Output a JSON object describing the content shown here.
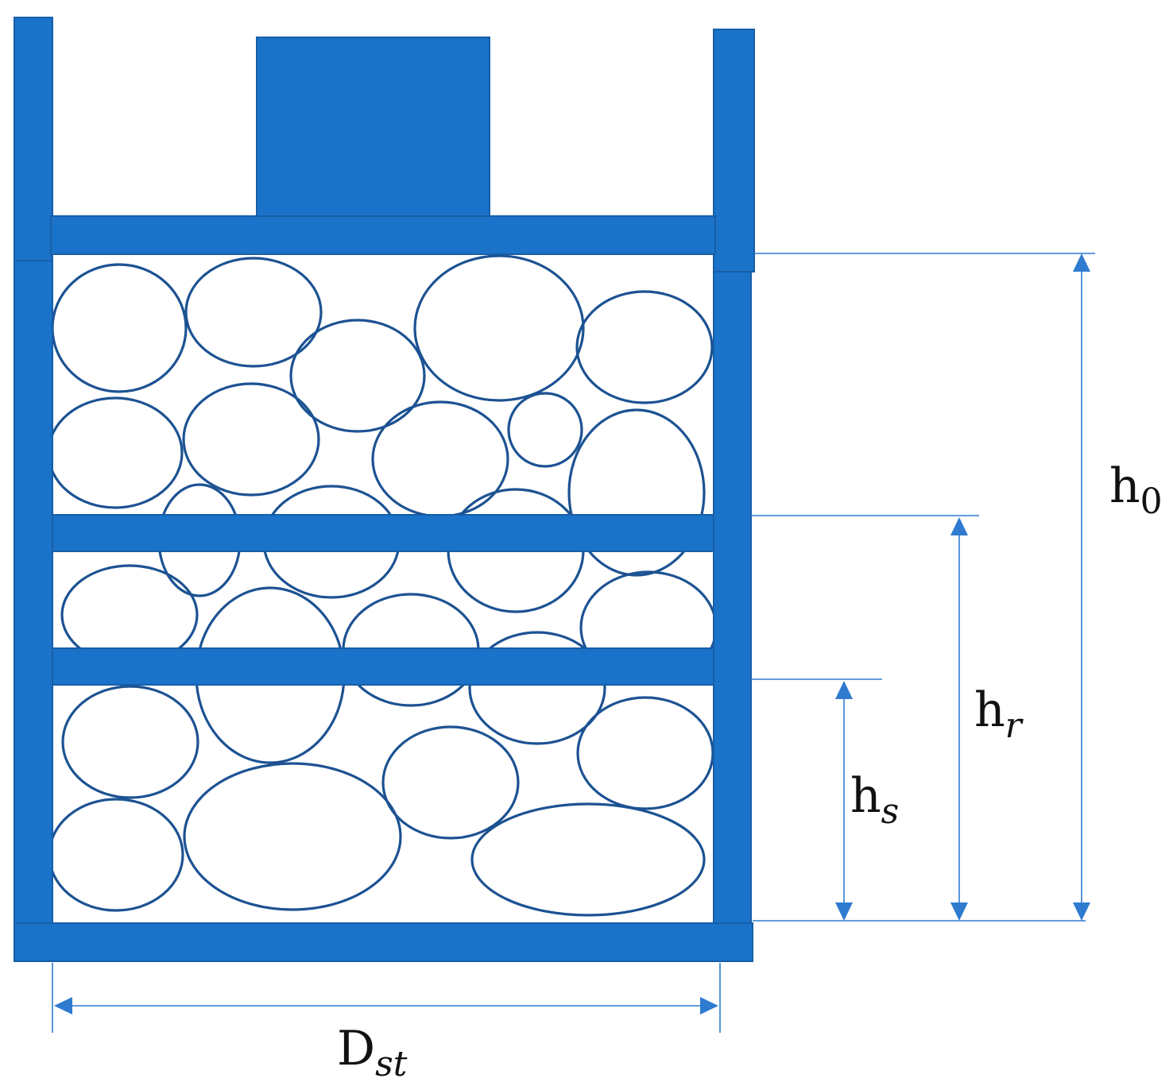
{
  "colors": {
    "frame": "#1a73c8",
    "frame_stroke": "#175ea8",
    "particle": "#1c5292",
    "dimension": "#2f7bd0",
    "text": "#111111",
    "background": "#ffffff"
  },
  "labels": {
    "h0": {
      "base": "h",
      "sub": "0"
    },
    "hr": {
      "base": "h",
      "sub": "r"
    },
    "hs": {
      "base": "h",
      "sub": "s"
    },
    "dst": {
      "base": "D",
      "sub": "st"
    }
  }
}
